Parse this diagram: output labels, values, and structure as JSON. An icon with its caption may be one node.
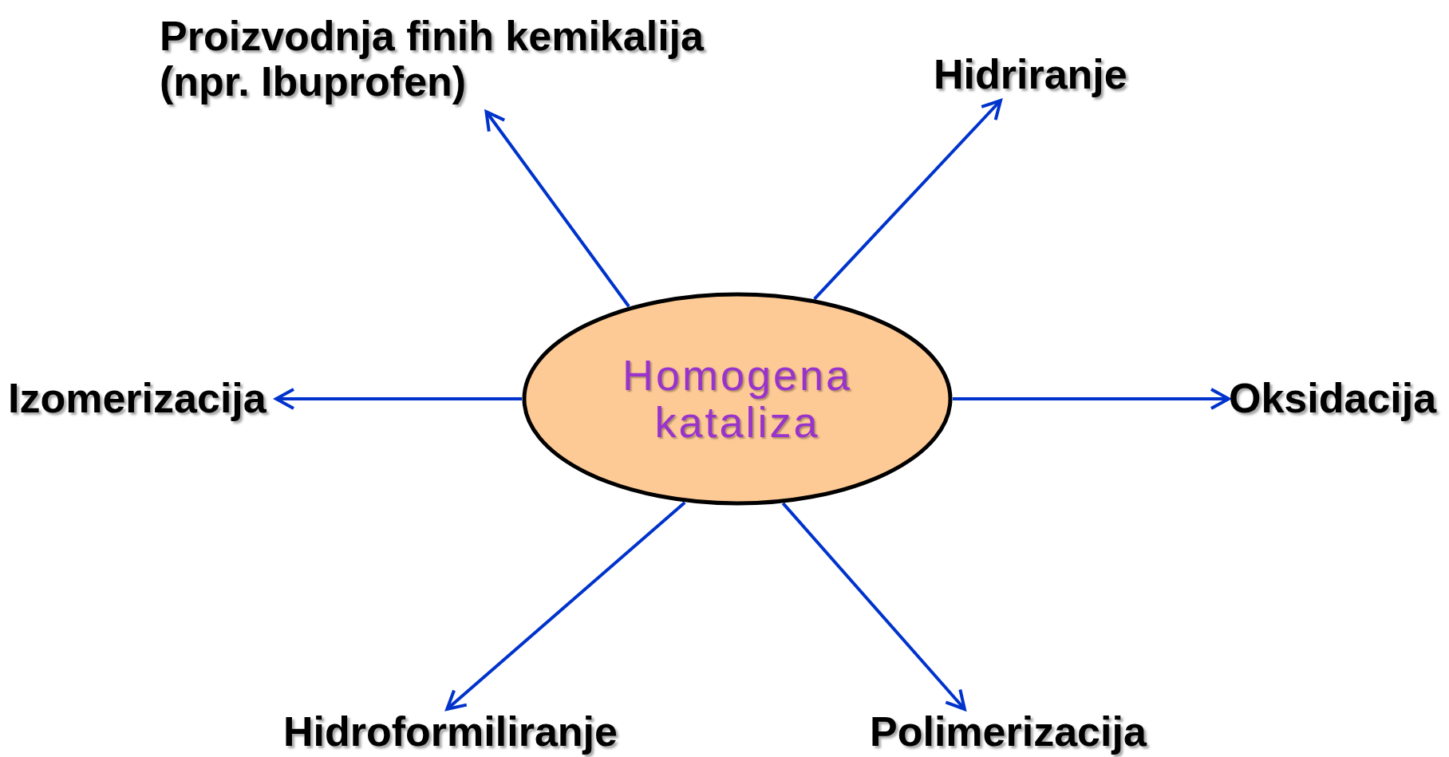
{
  "diagram": {
    "nodes": [
      {
        "text": [
          "Homogena kataliza"
        ]
      },
      {
        "text": [
          "Proizvodnja finih kemikalija (npr. Ibuprofen)"
        ]
      },
      {
        "text": [
          "Hidriranje"
        ]
      },
      {
        "text": [
          "Izomerizacija"
        ]
      },
      {
        "text": [
          "Oksidacija"
        ]
      },
      {
        "text": [
          "Hidroformiliranje"
        ]
      },
      {
        "text": [
          "Polimerizacija"
        ]
      }
    ],
    "edges": [
      {
        "from": 0,
        "to": 1,
        "arrow": "to"
      },
      {
        "from": 0,
        "to": 2,
        "arrow": "to"
      },
      {
        "from": 0,
        "to": 3,
        "arrow": "to"
      },
      {
        "from": 0,
        "to": 4,
        "arrow": "to"
      },
      {
        "from": 0,
        "to": 5,
        "arrow": "to"
      },
      {
        "from": 0,
        "to": 6,
        "arrow": "to"
      }
    ]
  }
}
